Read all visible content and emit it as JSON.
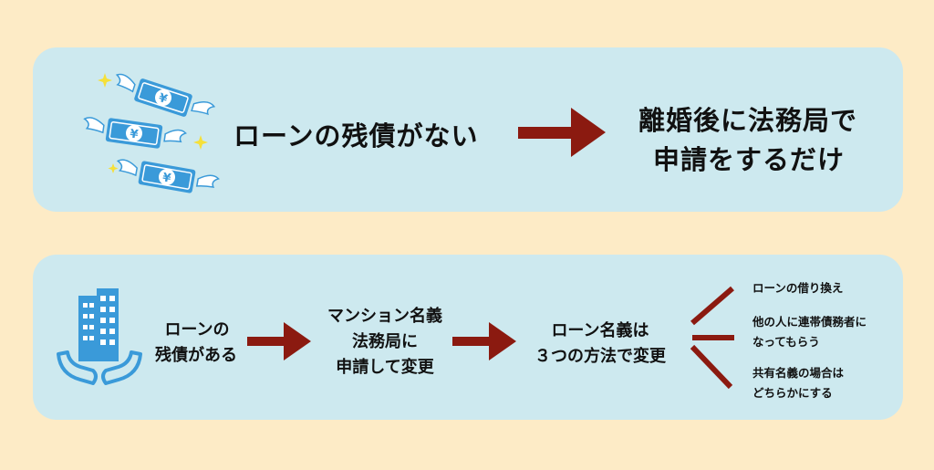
{
  "colors": {
    "background": "#fdebc6",
    "panel": "#cde9ef",
    "arrow": "#8b1a10",
    "icon_blue": "#3a9ad9",
    "sparkle": "#f5e03a"
  },
  "top": {
    "icon": "flying-money-icon",
    "condition": "ローンの残債がない",
    "result_line1": "離婚後に法務局で",
    "result_line2": "申請をするだけ"
  },
  "bottom": {
    "icon": "building-in-hands-icon",
    "condition_line1": "ローンの",
    "condition_line2": "残債がある",
    "step_line1": "マンション名義",
    "step_line2": "法務局に",
    "step_line3": "申請して変更",
    "methods_line1": "ローン名義は",
    "methods_line2": "３つの方法で変更",
    "options": [
      {
        "line1": "ローンの借り換え",
        "line2": ""
      },
      {
        "line1": "他の人に連帯債務者に",
        "line2": "なってもらう"
      },
      {
        "line1": "共有名義の場合は",
        "line2": "どちらかにする"
      }
    ]
  }
}
